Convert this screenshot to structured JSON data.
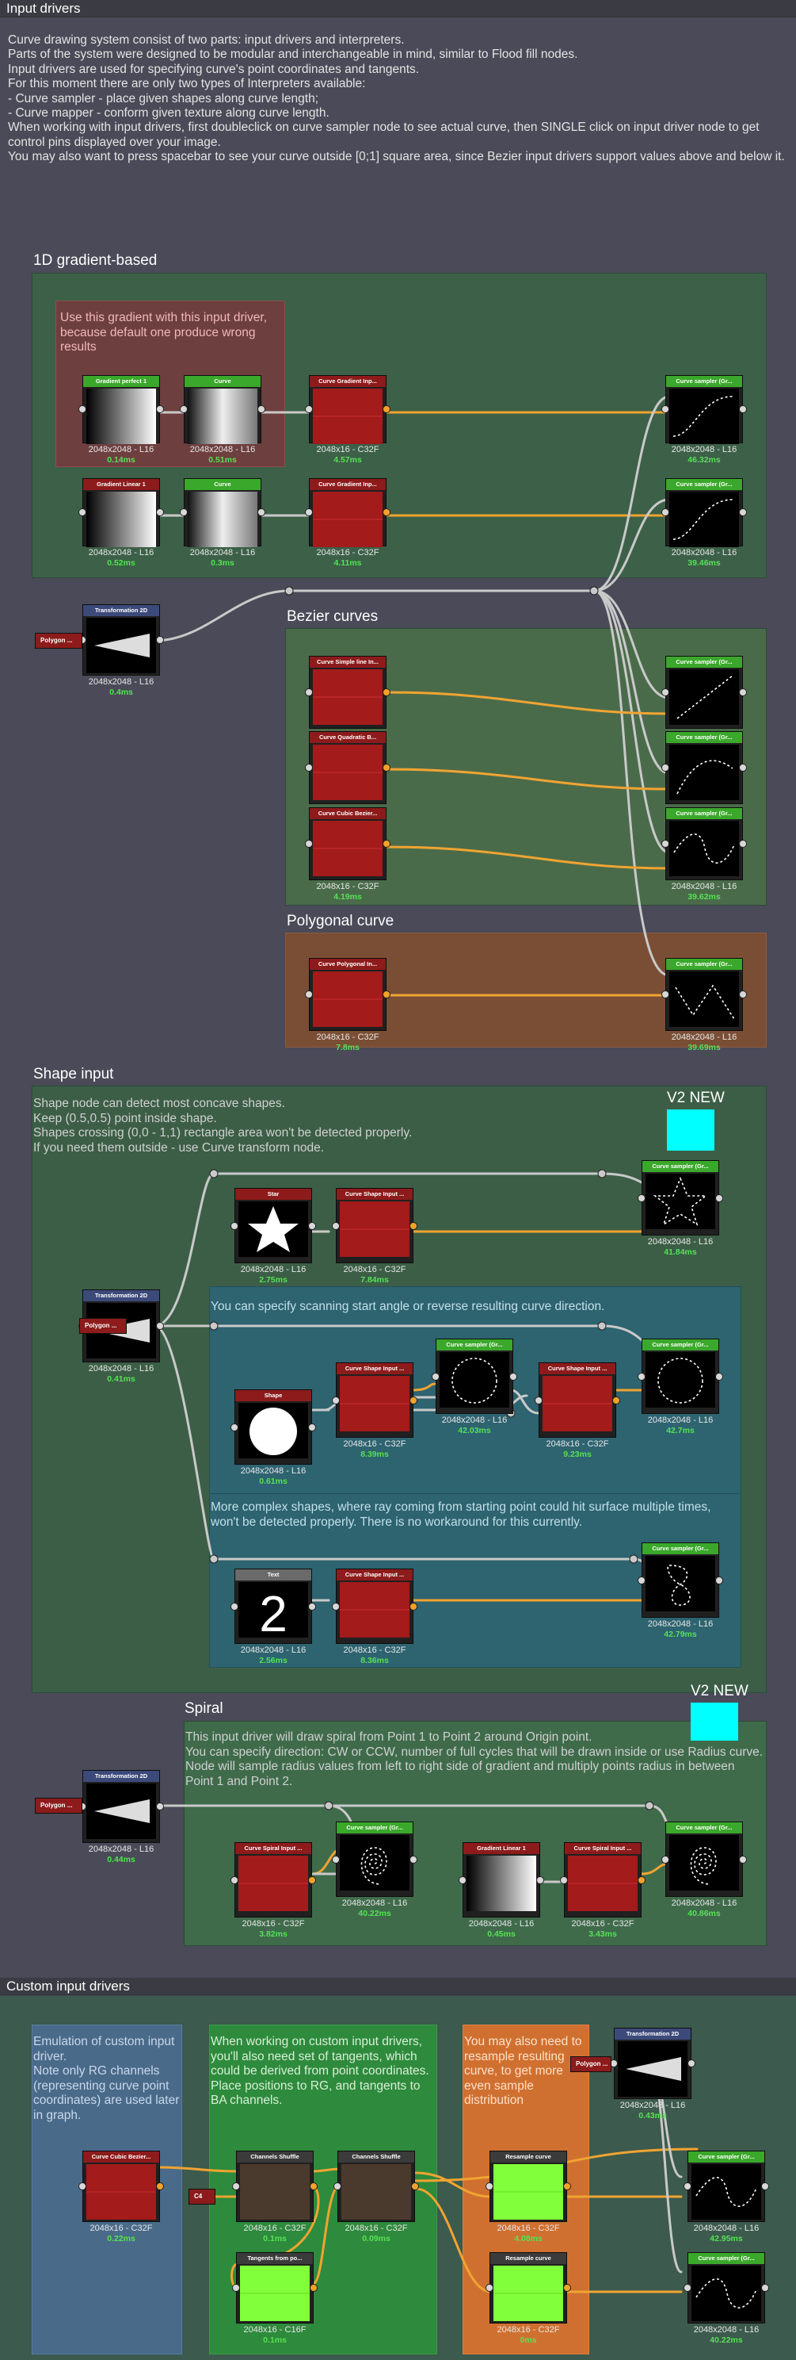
{
  "sections": {
    "input_drivers": "Input drivers",
    "custom_input_drivers": "Custom input drivers"
  },
  "intro_text": "Curve drawing system consist of two parts: input drivers and interpreters.\nParts of the system were designed to be modular and interchangeable in mind, similar to Flood fill nodes.\nInput drivers are used for specifying curve's point coordinates and tangents.\nFor this moment there are only two types of Interpreters available:\n- Curve sampler - place given shapes along curve length;\n- Curve mapper - conform given texture along curve length.\nWhen working with input drivers, first doubleclick on curve sampler node to see actual curve, then SINGLE click on input driver node to get control pins displayed over your image.\nYou may also want to press spacebar to see your curve outside [0;1] square area, since Bezier input drivers support values above and below it.",
  "frames": {
    "gradient": "1D gradient-based",
    "bezier": "Bezier curves",
    "polygonal": "Polygonal curve",
    "shape": "Shape input",
    "spiral": "Spiral"
  },
  "notes": {
    "gradient_warning": "Use this gradient with this input driver, because default one produce wrong results",
    "shape_intro": "Shape node can detect most concave shapes.\nKeep (0.5,0.5) point inside shape.\nShapes crossing (0,0 - 1,1) rectangle area won't be detected properly.\nIf you need them outside - use Curve transform node.",
    "scan_angle": "You can specify scanning start angle or reverse resulting curve direction.",
    "complex_shapes": "More complex shapes, where ray coming from starting point could hit surface multiple times, won't be detected properly. There is no workaround for this currently.",
    "spiral": "This input driver will draw spiral from Point 1 to Point 2 around Origin point.\nYou can specify direction: CW or CCW, number of full cycles that will be drawn inside or use Radius curve. Node will sample radius values from left to right side of gradient and multiply points radius in between Point 1 and Point 2.",
    "custom_emulation": "Emulation of custom input driver.\nNote only RG channels (representing curve point coordinates) are used later in graph.",
    "custom_tangents": "When working on custom input drivers, you'll also need set of tangents, which could be derived from point coordinates.\nPlace positions to RG, and tangents to BA channels.",
    "custom_resample": "You may also need to resample resulting curve, to get more even sample distribution"
  },
  "badges": {
    "shape": "V2 NEW",
    "spiral": "V2 NEW"
  },
  "nodes": [
    {
      "id": "grad-perfect",
      "title": "Gradient perfect 1",
      "label": "2048x2048 - L16",
      "time": "0.14ms"
    },
    {
      "id": "curve-1",
      "title": "Curve",
      "label": "2048x2048 - L16",
      "time": "0.51ms"
    },
    {
      "id": "cg-input-1",
      "title": "Curve Gradient Inp...",
      "label": "2048x16 - C32F",
      "time": "4.57ms"
    },
    {
      "id": "sampler-1",
      "title": "Curve sampler (Gr...",
      "label": "2048x2048 - L16",
      "time": "46.32ms"
    },
    {
      "id": "grad-linear",
      "title": "Gradient Linear 1",
      "label": "2048x2048 - L16",
      "time": "0.52ms"
    },
    {
      "id": "curve-2",
      "title": "Curve",
      "label": "2048x2048 - L16",
      "time": "0.3ms"
    },
    {
      "id": "cg-input-2",
      "title": "Curve Gradient Inp...",
      "label": "2048x16 - C32F",
      "time": "4.11ms"
    },
    {
      "id": "sampler-2",
      "title": "Curve sampler (Gr...",
      "label": "2048x2048 - L16",
      "time": "39.46ms"
    },
    {
      "id": "transform-1",
      "title": "Transformation 2D",
      "label": "2048x2048 - L16",
      "time": "0.4ms"
    },
    {
      "id": "bez-simple",
      "title": "Curve Simple line In...",
      "label": "",
      "time": ""
    },
    {
      "id": "sampler-b1",
      "title": "Curve sampler (Gr...",
      "label": "",
      "time": ""
    },
    {
      "id": "bez-quad",
      "title": "Curve Quadratic B...",
      "label": "",
      "time": ""
    },
    {
      "id": "sampler-b2",
      "title": "Curve sampler (Gr...",
      "label": "",
      "time": ""
    },
    {
      "id": "bez-cubic",
      "title": "Curve Cubic Bezier...",
      "label": "2048x16 - C32F",
      "time": "4.19ms"
    },
    {
      "id": "sampler-b3",
      "title": "Curve sampler (Gr...",
      "label": "2048x2048 - L16",
      "time": "39.62ms"
    },
    {
      "id": "poly-input",
      "title": "Curve Polygonal In...",
      "label": "2048x16 - C32F",
      "time": "7.8ms"
    },
    {
      "id": "sampler-p",
      "title": "Curve sampler (Gr...",
      "label": "2048x2048 - L16",
      "time": "39.69ms"
    },
    {
      "id": "star",
      "title": "Star",
      "label": "2048x2048 - L16",
      "time": "2.75ms"
    },
    {
      "id": "shape-in-1",
      "title": "Curve Shape Input ...",
      "label": "2048x16 - C32F",
      "time": "7.84ms"
    },
    {
      "id": "sampler-s1",
      "title": "Curve sampler (Gr...",
      "label": "2048x2048 - L16",
      "time": "41.84ms"
    },
    {
      "id": "transform-2",
      "title": "Transformation 2D",
      "label": "2048x2048 - L16",
      "time": "0.41ms"
    },
    {
      "id": "shape-node",
      "title": "Shape",
      "label": "2048x2048 - L16",
      "time": "0.61ms"
    },
    {
      "id": "shape-in-2",
      "title": "Curve Shape Input ...",
      "label": "2048x16 - C32F",
      "time": "8.39ms"
    },
    {
      "id": "sampler-s2",
      "title": "Curve sampler (Gr...",
      "label": "2048x2048 - L16",
      "time": "42.03ms"
    },
    {
      "id": "shape-in-3",
      "title": "Curve Shape Input ...",
      "label": "2048x16 - C32F",
      "time": "9.23ms"
    },
    {
      "id": "sampler-s3",
      "title": "Curve sampler (Gr...",
      "label": "2048x2048 - L16",
      "time": "42.7ms"
    },
    {
      "id": "text-node",
      "title": "Text",
      "label": "2048x2048 - L16",
      "time": "2.56ms"
    },
    {
      "id": "shape-in-4",
      "title": "Curve Shape Input ...",
      "label": "2048x16 - C32F",
      "time": "8.36ms"
    },
    {
      "id": "sampler-s4",
      "title": "Curve sampler (Gr...",
      "label": "2048x2048 - L16",
      "time": "42.79ms"
    },
    {
      "id": "transform-3",
      "title": "Transformation 2D",
      "label": "2048x2048 - L16",
      "time": "0.44ms"
    },
    {
      "id": "spiral-in-1",
      "title": "Curve Spiral Input ...",
      "label": "2048x16 - C32F",
      "time": "3.82ms"
    },
    {
      "id": "sampler-sp1",
      "title": "Curve sampler (Gr...",
      "label": "2048x2048 - L16",
      "time": "40.22ms"
    },
    {
      "id": "grad-linear-2",
      "title": "Gradient Linear 1",
      "label": "2048x2048 - L16",
      "time": "0.45ms"
    },
    {
      "id": "spiral-in-2",
      "title": "Curve Spiral Input ...",
      "label": "2048x16 - C32F",
      "time": "3.43ms"
    },
    {
      "id": "sampler-sp2",
      "title": "Curve sampler (Gr...",
      "label": "2048x2048 - L16",
      "time": "40.86ms"
    },
    {
      "id": "cubic-custom",
      "title": "Curve Cubic Bezier...",
      "label": "2048x16 - C32F",
      "time": "0.22ms"
    },
    {
      "id": "shuffle-1",
      "title": "Channels Shuffle",
      "label": "2048x16 - C32F",
      "time": "0.1ms"
    },
    {
      "id": "shuffle-2",
      "title": "Channels Shuffle",
      "label": "2048x16 - C32F",
      "time": "0.09ms"
    },
    {
      "id": "tangents",
      "title": "Tangents from po...",
      "label": "2048x16 - C16F",
      "time": "0.1ms"
    },
    {
      "id": "resample-1",
      "title": "Resample curve",
      "label": "2048x16 - C32F",
      "time": "4.08ms"
    },
    {
      "id": "resample-2",
      "title": "Resample curve",
      "label": "2048x16 - C32F",
      "time": "0ms"
    },
    {
      "id": "transform-4",
      "title": "Transformation 2D",
      "label": "2048x2048 - L16",
      "time": "0.43ms"
    },
    {
      "id": "sampler-c1",
      "title": "Curve sampler (Gr...",
      "label": "2048x2048 - L16",
      "time": "42.95ms"
    },
    {
      "id": "sampler-c2",
      "title": "Curve sampler (Gr...",
      "label": "2048x2048 - L16",
      "time": "40.22ms"
    }
  ],
  "mini_nodes": {
    "polygon": "Polygon ...",
    "c4": "C4"
  },
  "text_node_digit": "2",
  "colors": {
    "bg": "#4a4a58",
    "wire_white": "#c9c9c9",
    "wire_orange": "#f0a431",
    "frame_green": "#3c6048",
    "frame_brown": "#7a4e35",
    "frame_teal": "#2e6370",
    "accent_cyan": "#00ffff"
  }
}
